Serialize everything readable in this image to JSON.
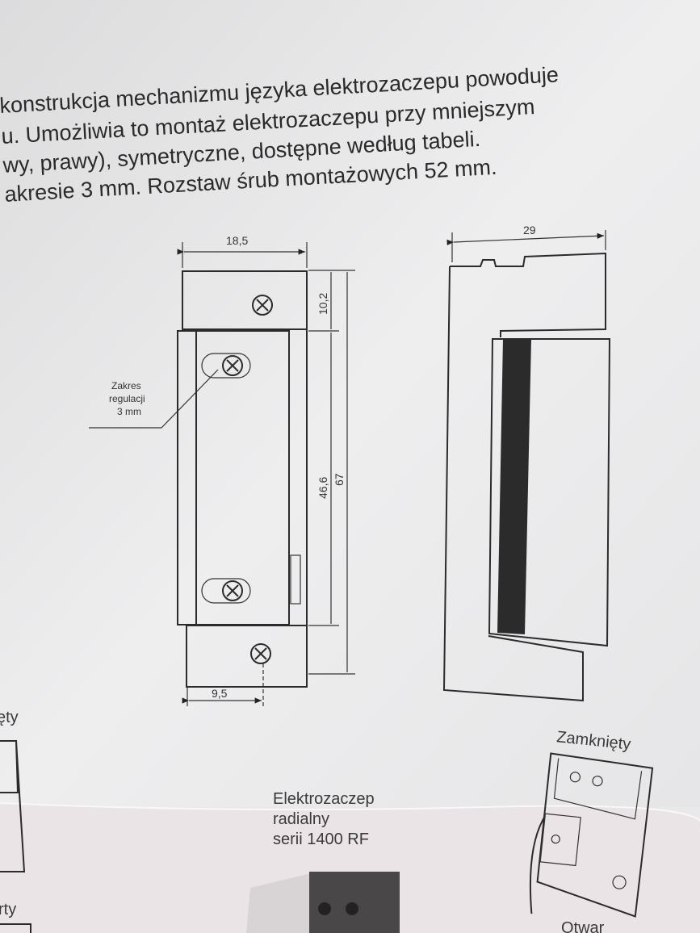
{
  "paragraph": {
    "lines": [
      "konstrukcja mechanizmu języka elektrozaczepu powoduje",
      "u. Umożliwia to montaż  elektrozaczepu przy mniejszym",
      "wy, prawy), symetryczne, dostępne według tabeli.",
      "akresie 3 mm. Rozstaw śrub  montażowych 52 mm."
    ]
  },
  "front_view": {
    "width_dim": "18,5",
    "top_dim": "10,2",
    "middle_dim": "46,6",
    "total_dim": "67",
    "bottom_dim": "9,5",
    "callout": [
      "Zakres",
      "regulacji",
      "3 mm"
    ]
  },
  "side_view": {
    "width_dim": "29"
  },
  "bottom": {
    "left_label_top": "ęty",
    "left_label_bottom": "rty",
    "product_caption": [
      "Elektrozaczep",
      "radialny",
      "serii 1400 RF"
    ],
    "closed_label": "Zamknięty",
    "open_label": "Otwar"
  }
}
